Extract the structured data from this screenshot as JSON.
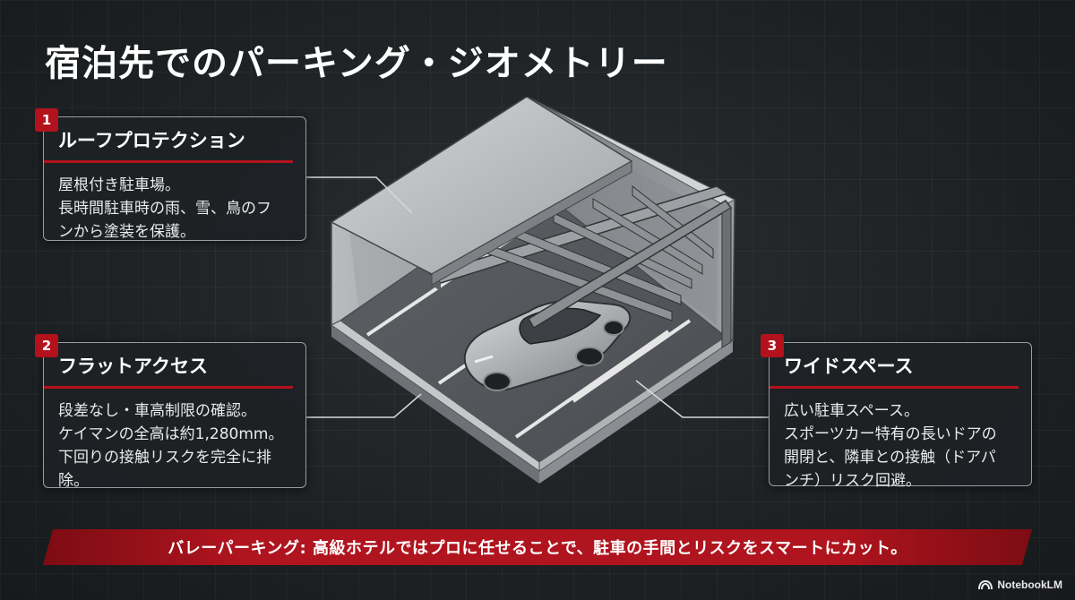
{
  "title": "宿泊先でのパーキング・ジオメトリー",
  "cards": [
    {
      "number": "1",
      "heading": "ルーフプロテクション",
      "text": "屋根付き駐車場。\n長時間駐車時の雨、雪、鳥のフ\nンから塗装を保護。"
    },
    {
      "number": "2",
      "heading": "フラットアクセス",
      "text": "段差なし・車高制限の確認。\nケイマンの全高は約1,280mm。\n下回りの接触リスクを完全に排\n除。"
    },
    {
      "number": "3",
      "heading": "ワイドスペース",
      "text": "広い駐車スペース。\nスポーツカー特有の長いドアの\n開閉と、隣車との接触（ドアパ\nンチ）リスク回避。"
    }
  ],
  "banner": "バレーパーキング: 高級ホテルではプロに任せることで、駐車の手間とリスクをスマートにカット。",
  "brand": "NotebookLM",
  "colors": {
    "background": "#23272a",
    "accent_red": "#b3121d",
    "card_border": "#9a9ea2"
  },
  "icons": [
    "notebooklm-logo-icon",
    "car-icon"
  ]
}
